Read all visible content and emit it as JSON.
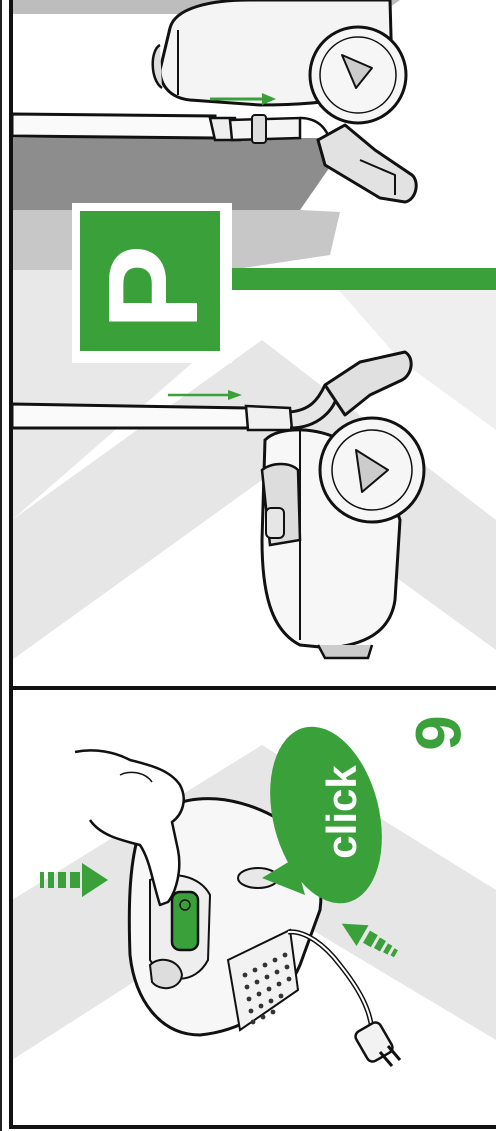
{
  "park_sign": {
    "letter": "P"
  },
  "step": {
    "number": "6"
  },
  "callout": {
    "text": "click"
  },
  "colors": {
    "accent_green": "#3aa03a",
    "dark_grey": "#8d8d8d",
    "mid_grey": "#bdbdbd",
    "light_grey": "#e6e6e6",
    "outline": "#111111"
  },
  "icons": [
    "vacuum-body-icon",
    "hose-icon",
    "nozzle-icon",
    "parking-sign-icon",
    "hand-icon",
    "power-plug-icon",
    "arrow-right-icon",
    "dashed-arrow-icon"
  ]
}
